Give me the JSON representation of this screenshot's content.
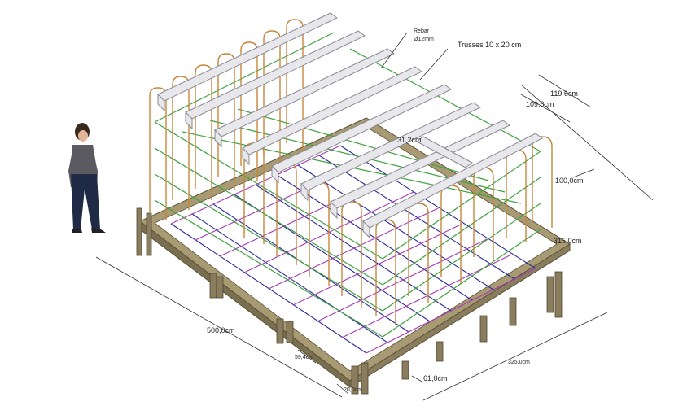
{
  "annotations": {
    "rebar_label": "Rebar",
    "rebar_diameter": "Ø12mm",
    "trusses_label": "Trusses 10 x 20 cm"
  },
  "dimensions": {
    "d_119_6": "119,6cm",
    "d_109_6": "109,6cm",
    "d_31_2": "31,2cm",
    "d_100_0": "100,0cm",
    "d_315_0": "315,0cm",
    "d_500_0": "500,0cm",
    "d_325_0": "325,0cm",
    "d_59_4": "59,4cm",
    "d_61_0": "61,0cm",
    "d_20_0": "20,0cm"
  },
  "colors": {
    "timber": "#8a7d5e",
    "timber_light": "#a89a72",
    "rebar_orange": "#c8863a",
    "rebar_green": "#3fa23f",
    "rebar_purple": "#a43ab8",
    "rebar_blue": "#2a2a9a",
    "truss": "#e8e8ec"
  }
}
